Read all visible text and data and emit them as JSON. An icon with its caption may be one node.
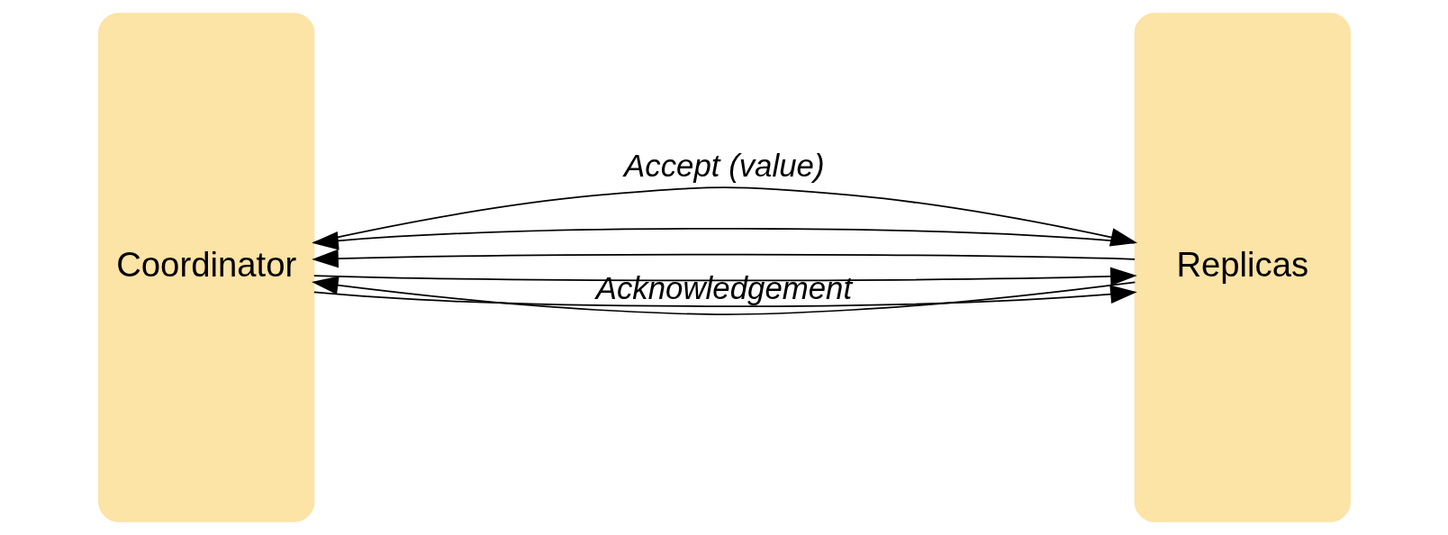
{
  "diagram": {
    "nodes": [
      {
        "text": [
          "Coordinator"
        ]
      },
      {
        "text": [
          "Replicas"
        ]
      }
    ],
    "edges": [
      {
        "from": 0,
        "to": 1,
        "arrow": "to",
        "label": "Accept (value)"
      },
      {
        "from": 0,
        "to": 1,
        "arrow": "to"
      },
      {
        "from": 0,
        "to": 1,
        "arrow": "to"
      },
      {
        "from": 1,
        "to": 0,
        "arrow": "to",
        "label": "Acknowledgement"
      },
      {
        "from": 1,
        "to": 0,
        "arrow": "to"
      },
      {
        "from": 1,
        "to": 0,
        "arrow": "to"
      }
    ]
  }
}
